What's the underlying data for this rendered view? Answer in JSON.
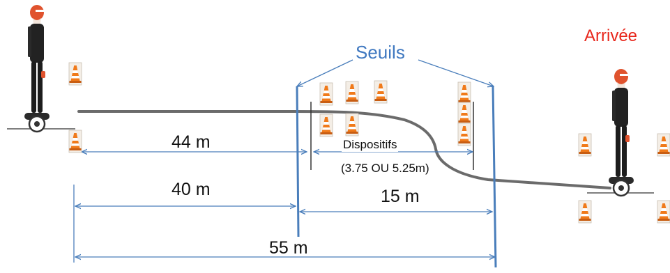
{
  "labels": {
    "seuils": "Seuils",
    "arrivee": "Arrivée",
    "dispositifs": "Dispositifs",
    "dispositifs_sub": "(3.75 OU 5.25m)",
    "dist_44": "44 m",
    "dist_40": "40 m",
    "dist_15": "15 m",
    "dist_55": "55 m"
  },
  "colors": {
    "accent_blue": "#4a7ebb",
    "seuils_text": "#3f78c0",
    "arrivee_text": "#e8261b",
    "path_gray": "#6b6b6b",
    "cone_orange": "#f07a1a",
    "rider_dark": "#222222",
    "helmet": "#d9472b"
  },
  "icons": {
    "rider": "rider-on-hoverboard-icon",
    "cone": "traffic-cone-icon"
  }
}
